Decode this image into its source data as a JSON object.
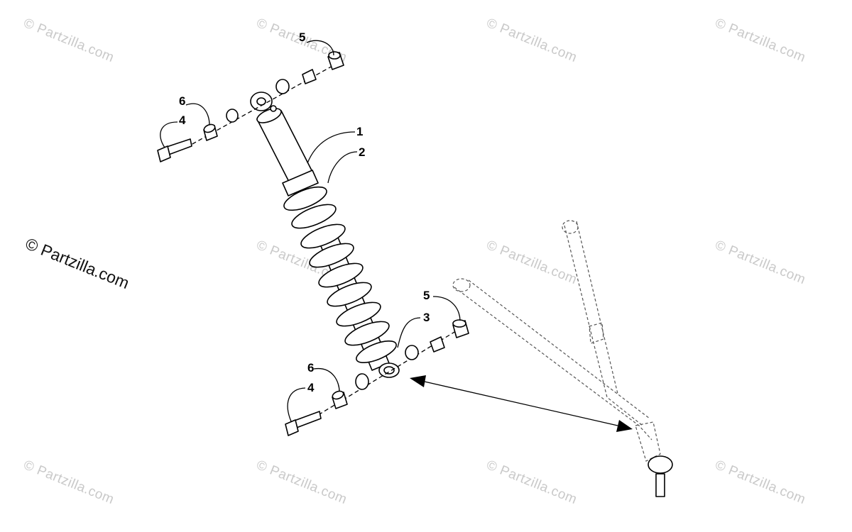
{
  "watermark": {
    "small_text": "© Partzilla.com",
    "main_text": "© Partzilla.com"
  },
  "callouts": [
    {
      "id": "c5-top",
      "label": "5"
    },
    {
      "id": "c6-top",
      "label": "6"
    },
    {
      "id": "c4-top",
      "label": "4"
    },
    {
      "id": "c1",
      "label": "1"
    },
    {
      "id": "c2",
      "label": "2"
    },
    {
      "id": "c5-bottom",
      "label": "5"
    },
    {
      "id": "c3",
      "label": "3"
    },
    {
      "id": "c6-bottom",
      "label": "6"
    },
    {
      "id": "c4-bottom",
      "label": "4"
    }
  ]
}
